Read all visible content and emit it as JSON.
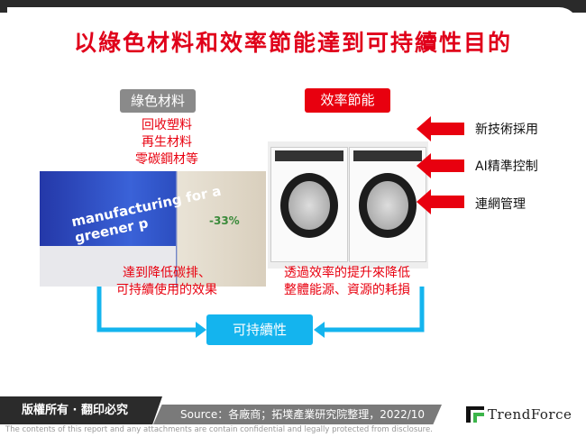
{
  "title": "以綠色材料和效率節能達到可持續性目的",
  "green_materials": {
    "label": "綠色材料",
    "items": [
      "回收塑料",
      "再生材料",
      "零碳鋼材等"
    ],
    "result": [
      "達到降低碳排、",
      "可持續使用的效果"
    ],
    "image_text": "manufacturing for a greener p",
    "image_percent": "-33%"
  },
  "energy_efficiency": {
    "label": "效率節能",
    "drivers": [
      "新技術採用",
      "AI精準控制",
      "連網管理"
    ],
    "result": [
      "透過效率的提升來降低",
      "整體能源、資源的耗損"
    ]
  },
  "goal": "可持續性",
  "footer": {
    "copyright": "版權所有 · 翻印必究",
    "source": "Source：各廠商；拓墣產業研究院整理，2022/10",
    "logo": "TrendForce",
    "disclaimer": "The contents of this report and any attachments are contain confidential and legally protected from disclosure."
  },
  "colors": {
    "red": "#e8000f",
    "blue": "#14b4ee",
    "gray": "#8a8a8a"
  }
}
